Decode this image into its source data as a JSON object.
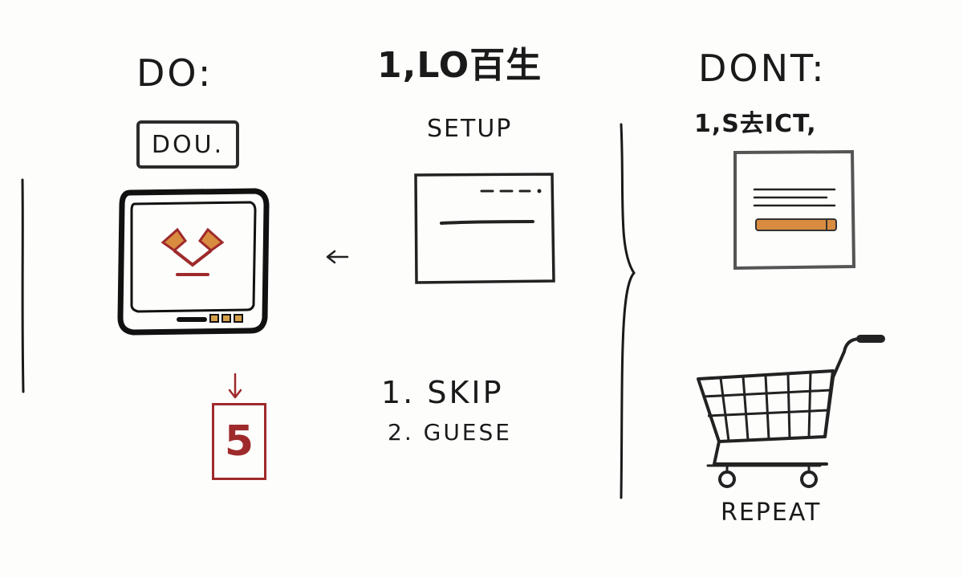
{
  "columns": {
    "do": {
      "heading": "DO:",
      "badge": "DOU.",
      "step_number": "5"
    },
    "middle": {
      "heading": "1,LO百生",
      "setup_label": "SETUP",
      "steps": [
        "1. SKIP",
        "2. GUESE"
      ]
    },
    "dont": {
      "heading": "DONT:",
      "subheading": "1,S去ICT,",
      "cart_label": "REPEAT"
    }
  },
  "icons": {
    "monitor": "monitor-icon",
    "logo_on_screen": "v-logo-icon",
    "arrow_down": "arrow-down-icon",
    "arrow_left": "arrow-left-icon",
    "setup_window": "window-icon",
    "document": "document-icon",
    "cart": "shopping-cart-icon"
  },
  "colors": {
    "ink": "#1a1a1a",
    "accent_red": "#9e2a2b",
    "accent_orange": "#d98c3f",
    "monitor_gold": "#d6a04a"
  }
}
